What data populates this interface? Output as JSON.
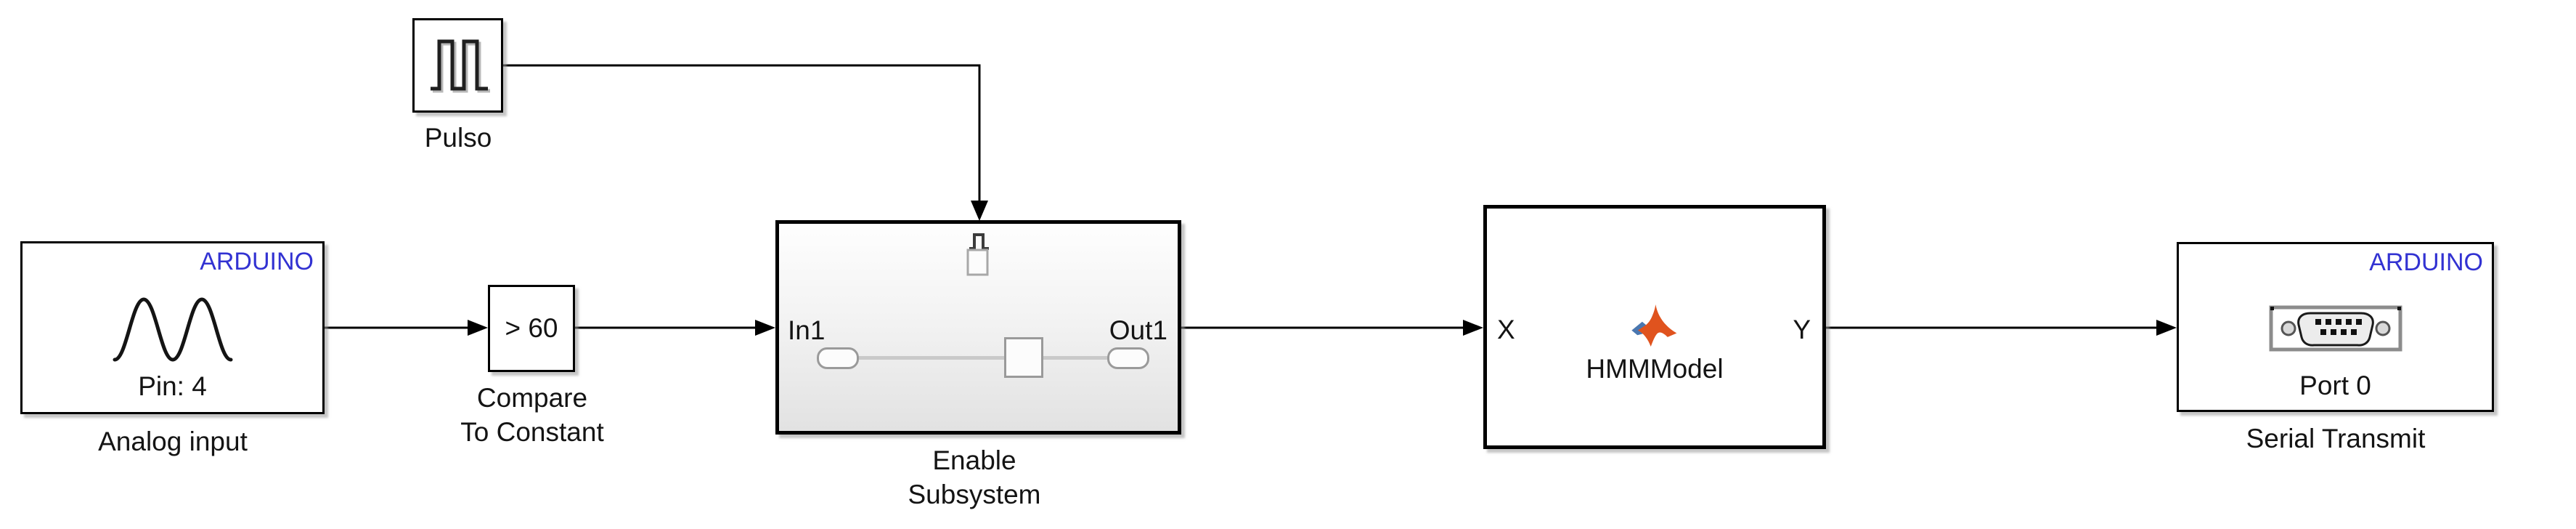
{
  "colors": {
    "arduino-blue": "#3232D2",
    "wire": "#000000",
    "matlab-orange": "#E0531E",
    "matlab-blue": "#4A77B0"
  },
  "blocks": {
    "pulse_generator": {
      "label": "Pulso",
      "icon": "pulse-wave-icon"
    },
    "analog_input": {
      "brand": "ARDUINO",
      "pin": "Pin: 4",
      "label": "Analog input",
      "icon": "sine-wave-icon"
    },
    "compare_to_constant": {
      "expression": "> 60",
      "label_line1": "Compare",
      "label_line2": "To Constant"
    },
    "enable_subsystem": {
      "input_port": "In1",
      "output_port": "Out1",
      "label_line1": "Enable",
      "label_line2": "Subsystem",
      "icon": "enable-port-icon"
    },
    "hmm_model": {
      "input_port": "X",
      "output_port": "Y",
      "name": "HMMModel",
      "icon": "matlab-logo-icon"
    },
    "serial_transmit": {
      "brand": "ARDUINO",
      "port": "Port 0",
      "label": "Serial Transmit",
      "icon": "serial-db9-icon"
    }
  },
  "connections": [
    {
      "from": "Analog input",
      "to": "Compare To Constant"
    },
    {
      "from": "Compare To Constant",
      "to": "Enable Subsystem In1"
    },
    {
      "from": "Pulso",
      "to": "Enable Subsystem enable port"
    },
    {
      "from": "Enable Subsystem Out1",
      "to": "HMMModel X"
    },
    {
      "from": "HMMModel Y",
      "to": "Serial Transmit"
    }
  ]
}
